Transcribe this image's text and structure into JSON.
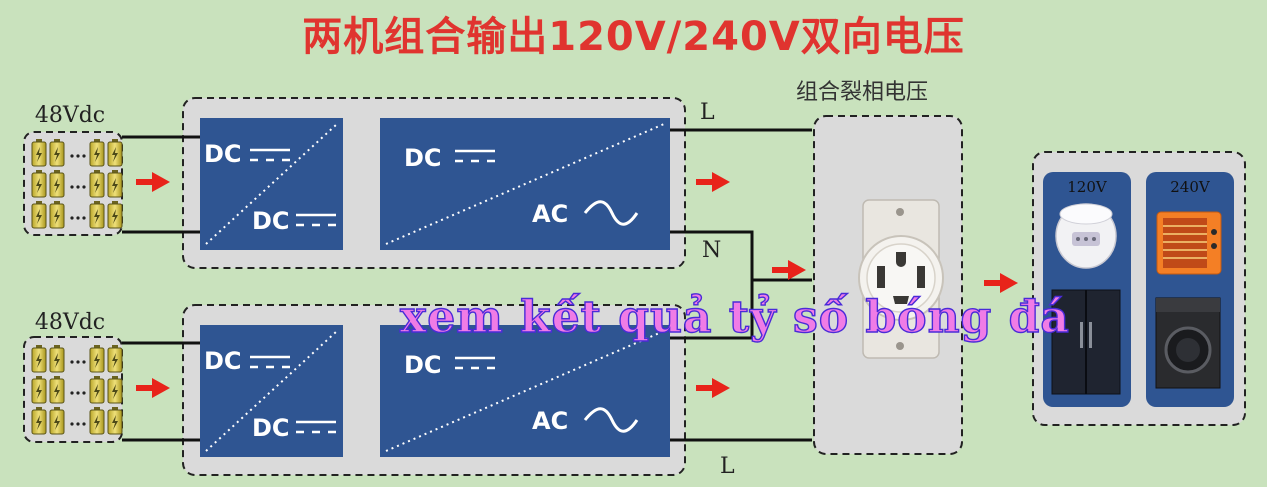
{
  "title": "两机组合输出120V/240V双向电压",
  "split_phase_label": "组合裂相电压",
  "inverters": [
    {
      "input_label": "48Vdc",
      "dcdc": {
        "in": "DC",
        "out": "DC"
      },
      "dcac": {
        "in": "DC",
        "out": "AC"
      }
    },
    {
      "input_label": "48Vdc",
      "dcdc": {
        "in": "DC",
        "out": "DC"
      },
      "dcac": {
        "in": "DC",
        "out": "AC"
      }
    }
  ],
  "wires": {
    "top": "L",
    "middle": "N",
    "bottom": "L"
  },
  "loads": {
    "low": "120V",
    "high": "240V"
  },
  "watermark": "xem kết quả tỷ số bóng đá",
  "colors": {
    "module_blue": "#2f5592",
    "arrow_red": "#e8231a",
    "title_red": "#e0342f",
    "background": "#c9e2bd"
  }
}
